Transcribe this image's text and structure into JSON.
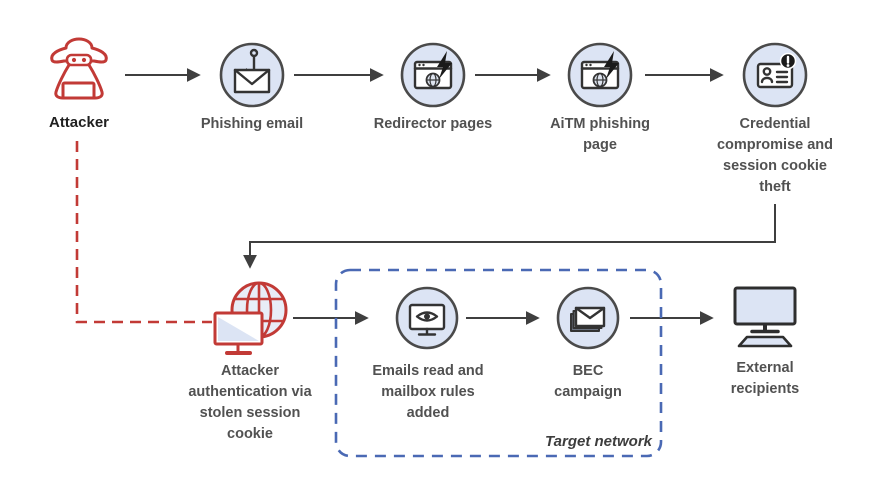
{
  "diagram": {
    "nodes": [
      {
        "id": "attacker",
        "label": "Attacker"
      },
      {
        "id": "phishing-email",
        "label": "Phishing email"
      },
      {
        "id": "redirector-pages",
        "label": "Redirector pages"
      },
      {
        "id": "aitm-phishing-page",
        "label": "AiTM phishing\npage"
      },
      {
        "id": "credential-compromise",
        "label": "Credential\ncompromise and\nsession cookie\ntheft"
      },
      {
        "id": "attacker-authentication",
        "label": "Attacker\nauthentication via\nstolen session\ncookie"
      },
      {
        "id": "emails-read",
        "label": "Emails read and\nmailbox rules\nadded"
      },
      {
        "id": "bec-campaign",
        "label": "BEC\ncampaign"
      },
      {
        "id": "external-recipients",
        "label": "External\nrecipients"
      }
    ],
    "group_label": "Target network",
    "colors": {
      "attacker_red": "#c23a36",
      "node_fill": "#dce4f4",
      "node_stroke": "#4a4a4a",
      "icon_stroke": "#333333",
      "label_text": "#515151",
      "attacker_label_text": "#1f1f1f",
      "target_network_border": "#4a69b4",
      "arrow": "#3f3f3f"
    }
  }
}
